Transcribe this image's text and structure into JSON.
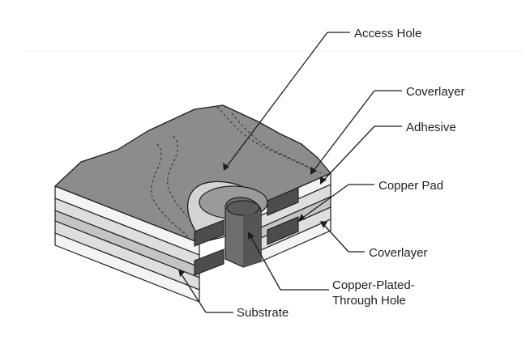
{
  "diagram": {
    "labels": {
      "access_hole": "Access Hole",
      "coverlayer_top": "Coverlayer",
      "adhesive": "Adhesive",
      "copper_pad": "Copper Pad",
      "coverlayer_bottom": "Coverlayer",
      "substrate": "Substrate",
      "pth_line1": "Copper-Plated-",
      "pth_line2": "Through Hole"
    },
    "colors": {
      "top_surface": "#8c8c8c",
      "layer_light": "#f4f4f4",
      "layer_mid": "#d9d9d9",
      "substrate": "#c8c8c8",
      "copper_pad": "#4d4d4d",
      "hole_barrel": "#6e6e6e",
      "outline": "#1e1e1e"
    }
  }
}
